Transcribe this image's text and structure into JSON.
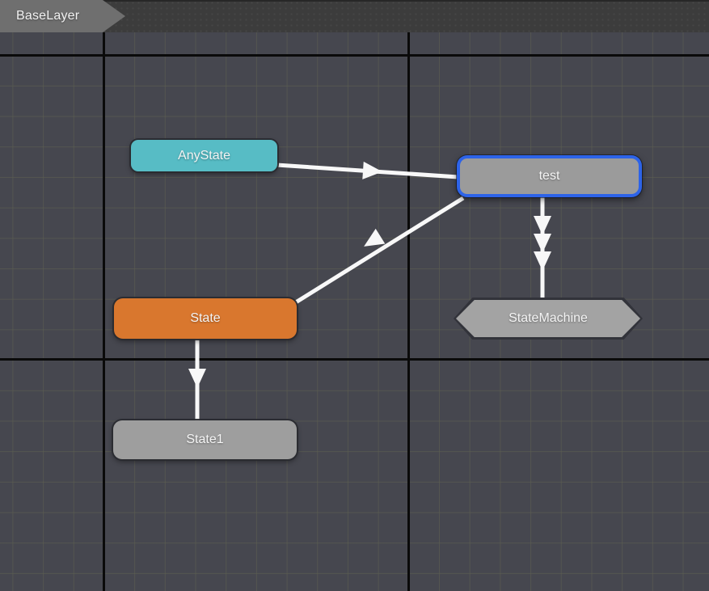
{
  "breadcrumb": {
    "items": [
      {
        "label": "BaseLayer"
      }
    ]
  },
  "canvas": {
    "background_color": "#46474F",
    "grid_minor_color": "#5D5F50",
    "grid_major_color": "#0A0A0A",
    "transition_color": "#F8F8F8",
    "nodes": [
      {
        "id": "anystate",
        "label": "AnyState",
        "type": "any-state",
        "fill": "#57BCC5",
        "selected": false
      },
      {
        "id": "test",
        "label": "test",
        "type": "state",
        "fill": "#9B9B9B",
        "selected": true,
        "selection_color": "#2D63E8"
      },
      {
        "id": "state",
        "label": "State",
        "type": "default-state",
        "fill": "#D9772E",
        "selected": false
      },
      {
        "id": "statemachine",
        "label": "StateMachine",
        "type": "sub-state-machine",
        "fill": "#A3A3A3",
        "selected": false
      },
      {
        "id": "state1",
        "label": "State1",
        "type": "state",
        "fill": "#9E9E9E",
        "selected": false
      }
    ],
    "transitions": [
      {
        "from": "AnyState",
        "to": "test",
        "arrow_count": 1
      },
      {
        "from": "test",
        "to": "State",
        "arrow_count": 1
      },
      {
        "from": "test",
        "to": "StateMachine",
        "arrow_count": 3
      },
      {
        "from": "State",
        "to": "State1",
        "arrow_count": 1
      }
    ]
  }
}
